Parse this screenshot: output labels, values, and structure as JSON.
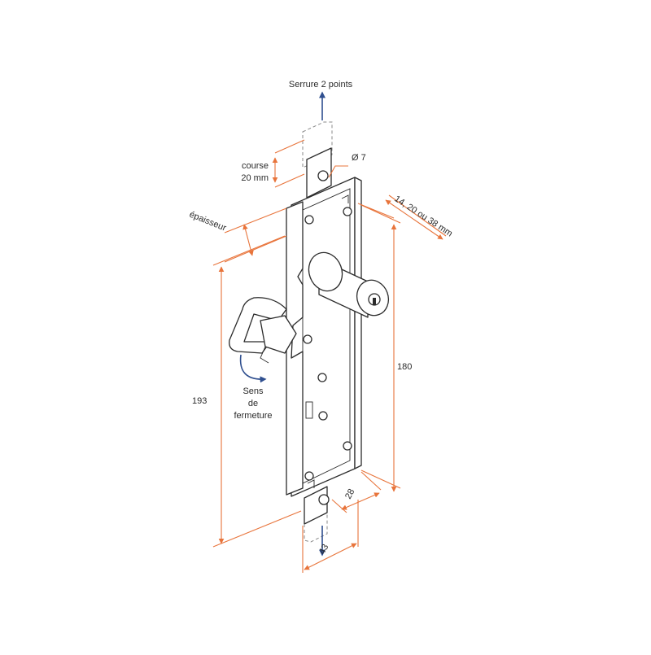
{
  "labels": {
    "title_top": "Serrure 2 points",
    "course_line1": "course",
    "course_line2": "20 mm",
    "diameter": "Ø 7",
    "thickness_options": "14, 20 ou 38 mm",
    "epaisseur": "épaisseur",
    "height_total": "193",
    "height_body": "180",
    "sens_line1": "Sens",
    "sens_line2": "de",
    "sens_line3": "fermeture",
    "depth": "28",
    "width": "43"
  },
  "colors": {
    "dimension": "#e8743b",
    "arrow": "#2f4f8f",
    "line": "#2b2b2b"
  }
}
